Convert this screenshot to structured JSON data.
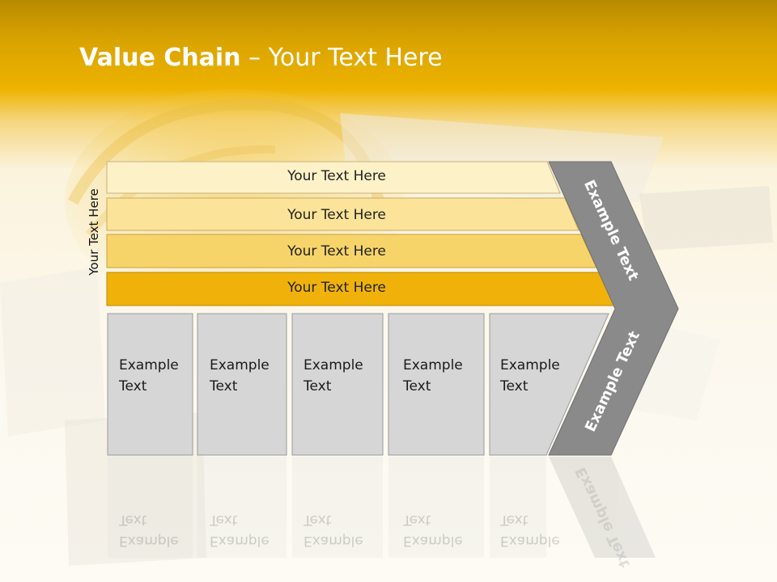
{
  "title": {
    "bold": "Value Chain",
    "rest": " – Your Text Here"
  },
  "side_label": "Your Text Here",
  "bars": [
    {
      "label": "Your Text Here",
      "color": "#fdf1c8"
    },
    {
      "label": "Your Text Here",
      "color": "#fbe49a"
    },
    {
      "label": "Your Text Here",
      "color": "#f7d46a"
    },
    {
      "label": "Your Text Here",
      "color": "#f0b20a"
    }
  ],
  "boxes": [
    {
      "line1": "Example",
      "line2": "Text"
    },
    {
      "line1": "Example",
      "line2": "Text"
    },
    {
      "line1": "Example",
      "line2": "Text"
    },
    {
      "line1": "Example",
      "line2": "Text"
    },
    {
      "line1": "Example",
      "line2": "Text"
    }
  ],
  "chevron": {
    "upper": "Example Text",
    "lower": "Example Text",
    "color": "#8a8a8a"
  }
}
